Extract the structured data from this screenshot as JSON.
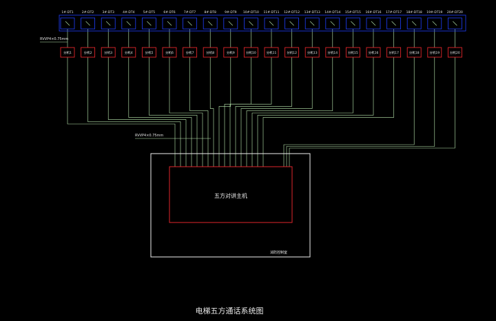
{
  "diagram": {
    "title": "电梯五方通话系统图",
    "host_label": "五方对讲主机",
    "room_label": "消防控制室",
    "cable_top": "RVVP4×0.75mm",
    "cable_main": "RVVP4×0.75mm",
    "elevators": [
      "1#-DT1",
      "2#-DT2",
      "3#-DT3",
      "4#-DT4",
      "5#-DT5",
      "6#-DT6",
      "7#-DT7",
      "8#-DT8",
      "9#-DT9",
      "10#-DT10",
      "11#-DT11",
      "12#-DT12",
      "13#-DT13",
      "14#-DT14",
      "15#-DT15",
      "16#-DT16",
      "17#-DT17",
      "18#-DT18",
      "19#-DT19",
      "20#-DT20"
    ],
    "modules": [
      "分机1",
      "分机2",
      "分机3",
      "分机4",
      "分机5",
      "分机6",
      "分机7",
      "分机8",
      "分机9",
      "分机10",
      "分机11",
      "分机12",
      "分机13",
      "分机14",
      "分机15",
      "分机16",
      "分机17",
      "分机18",
      "分机19",
      "分机20"
    ],
    "colors": {
      "background": "#000000",
      "top_box": "#1f3fff",
      "module_box": "#e0262b",
      "wire": "#bff0b4",
      "host_box": "#e0262b",
      "room_box": "#f0f0f0",
      "text": "#e6e6e6"
    }
  }
}
